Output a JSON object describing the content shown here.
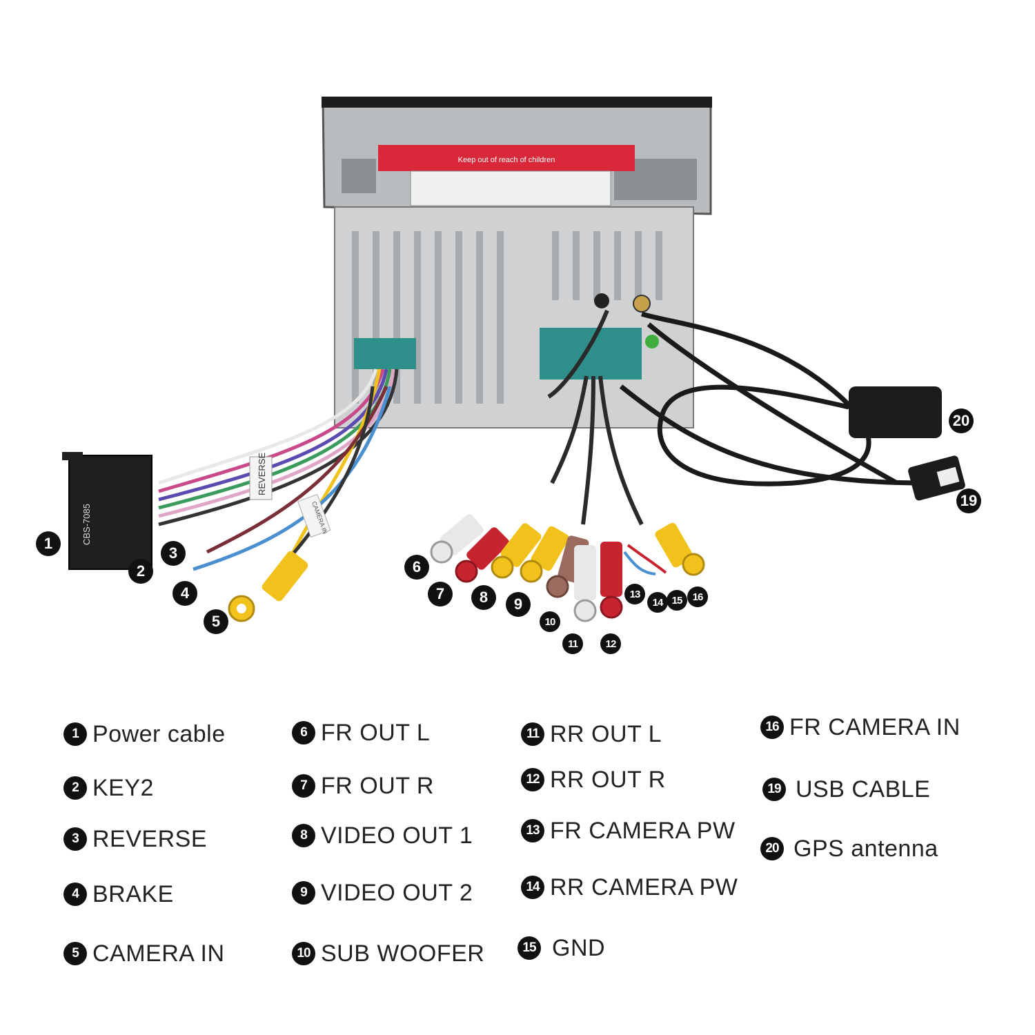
{
  "unit": {
    "label_text": "Keep out of reach of children"
  },
  "connector": {
    "box_label": "CBS-7085"
  },
  "tags": {
    "reverse": "REVERSE",
    "camera": "CAMERA IN"
  },
  "callouts": [
    "1",
    "2",
    "3",
    "4",
    "5",
    "6",
    "7",
    "8",
    "9",
    "10",
    "11",
    "12",
    "13",
    "14",
    "15",
    "16",
    "19",
    "20"
  ],
  "legend": [
    {
      "num": "1",
      "label": "Power cable"
    },
    {
      "num": "2",
      "label": "KEY2"
    },
    {
      "num": "3",
      "label": "REVERSE"
    },
    {
      "num": "4",
      "label": "BRAKE"
    },
    {
      "num": "5",
      "label": "CAMERA IN"
    },
    {
      "num": "6",
      "label": "FR OUT L"
    },
    {
      "num": "7",
      "label": "FR OUT R"
    },
    {
      "num": "8",
      "label": "VIDEO OUT 1"
    },
    {
      "num": "9",
      "label": "VIDEO OUT 2"
    },
    {
      "num": "10",
      "label": "SUB WOOFER"
    },
    {
      "num": "11",
      "label": "RR OUT L"
    },
    {
      "num": "12",
      "label": "RR OUT R"
    },
    {
      "num": "13",
      "label": "FR CAMERA PW"
    },
    {
      "num": "14",
      "label": "RR CAMERA PW"
    },
    {
      "num": "15",
      "label": "GND"
    },
    {
      "num": "16",
      "label": "FR CAMERA IN"
    },
    {
      "num": "19",
      "label": "USB CABLE"
    },
    {
      "num": "20",
      "label": "GPS antenna"
    }
  ],
  "colors": {
    "rca_white": "#e8e8e8",
    "rca_red": "#c8242f",
    "rca_yellow": "#f1c21b",
    "rca_brown": "#9a6b5e",
    "connector_teal": "#2f8f8b",
    "chassis": "#c9cbcd",
    "label_red": "#d8283a"
  }
}
